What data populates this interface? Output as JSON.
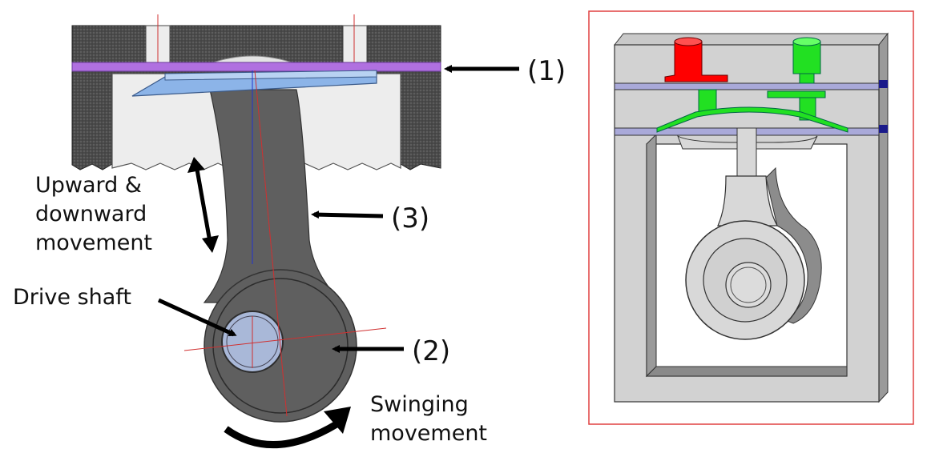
{
  "labels": {
    "part1": "(1)",
    "part2": "(2)",
    "part3": "(3)",
    "upward_line1": "Upward &",
    "upward_line2": "downward",
    "upward_line3": "movement",
    "drive_shaft": "Drive shaft",
    "swinging_line1": "Swinging",
    "swinging_line2": "movement"
  },
  "colors": {
    "housing": "#555555",
    "chamber": "#ededed",
    "membrane": "#b070e0",
    "piston_plate": "#8cb4e8",
    "rod": "#5f5f5f",
    "shaft": "#a9b8d8",
    "inlet_valve": "#ff0000",
    "outlet_valve": "#22e022",
    "frame_border": "#e04040"
  }
}
